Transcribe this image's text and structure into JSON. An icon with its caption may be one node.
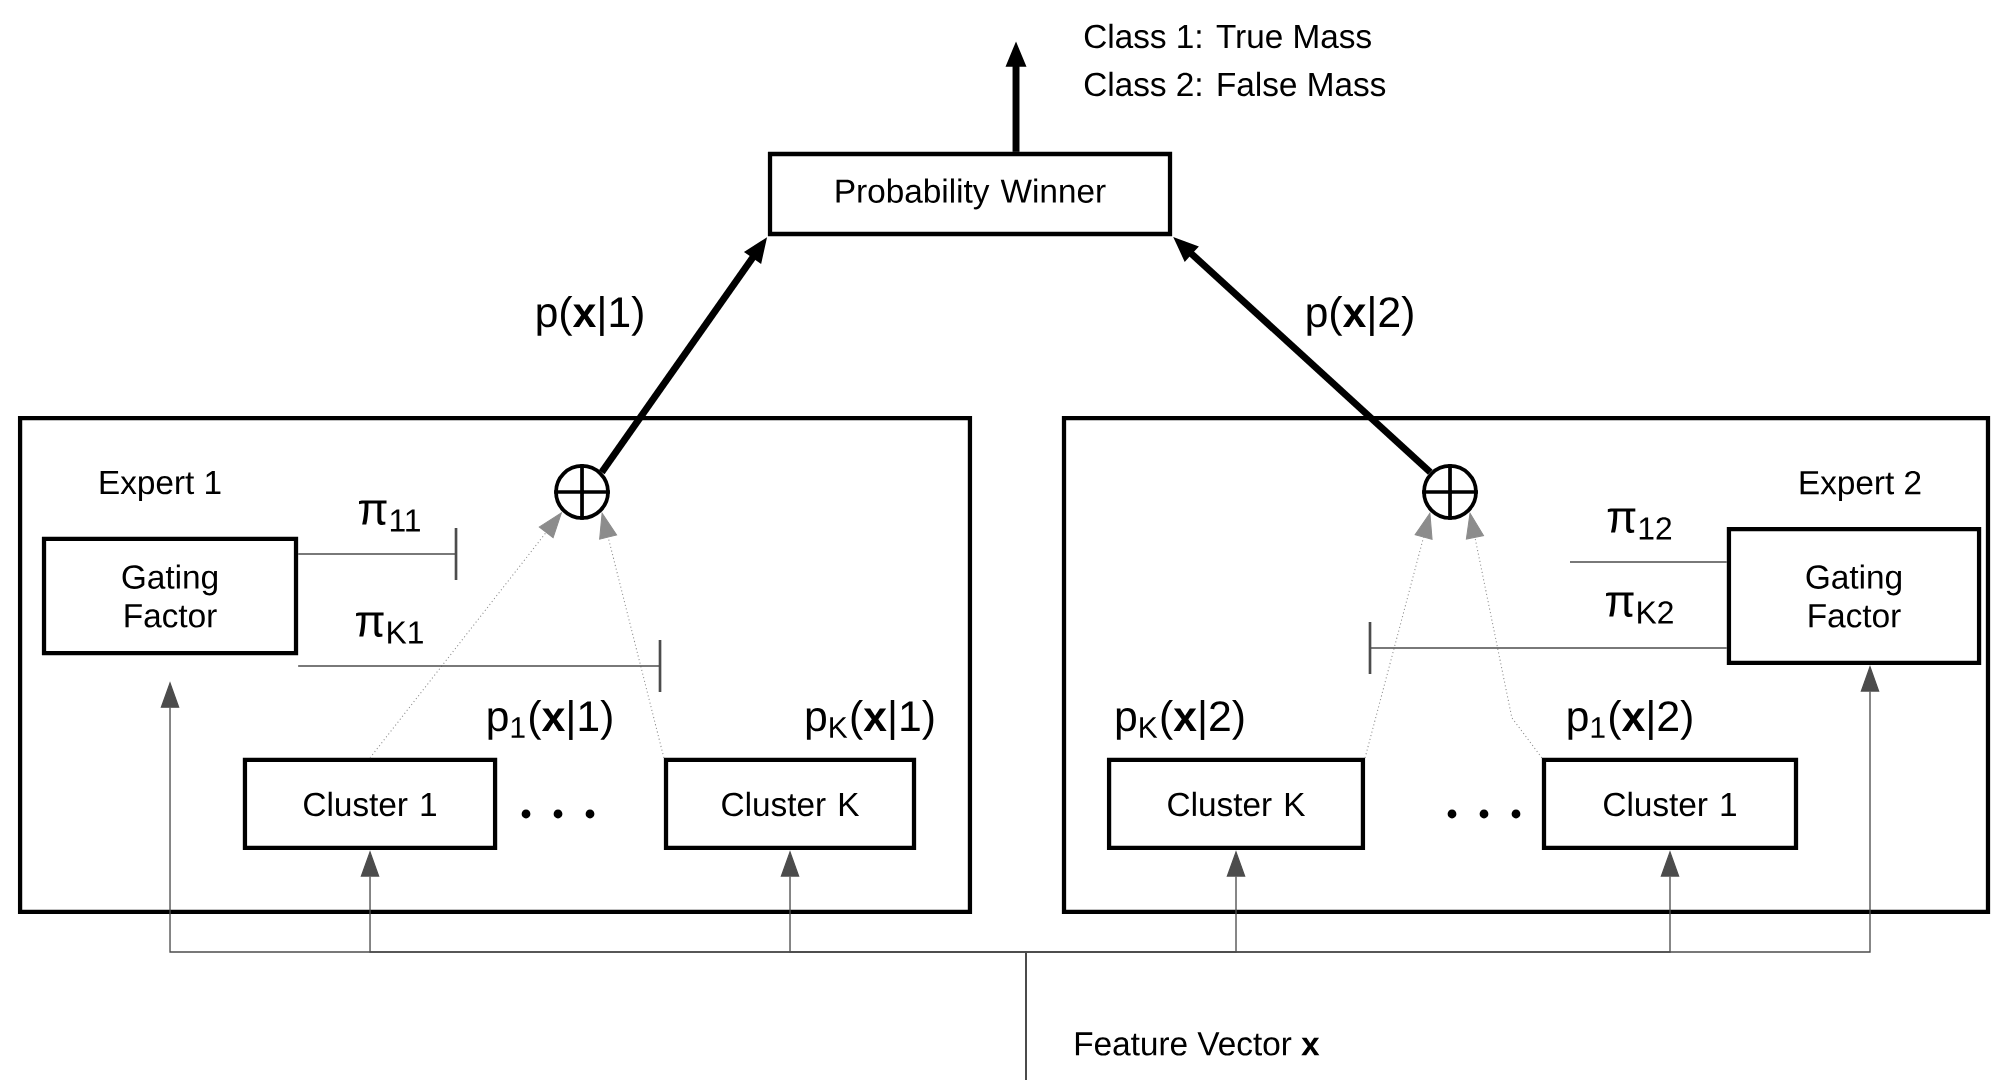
{
  "diagram": {
    "nodes": [
      {
        "text": [
          "Expert 1"
        ]
      },
      {
        "text": [
          "Gating Factor"
        ],
        "in": 0
      },
      {
        "text": [
          "Cluster 1"
        ],
        "in": 0
      },
      {
        "text": [
          "Cluster K"
        ],
        "in": 0
      },
      {
        "text": [],
        "shape": "circle",
        "in": 0
      },
      {
        "text": [
          "Expert 2"
        ]
      },
      {
        "text": [
          "Gating Factor"
        ],
        "in": 5
      },
      {
        "text": [
          "Cluster K"
        ],
        "in": 5
      },
      {
        "text": [
          "Cluster 1"
        ],
        "in": 5
      },
      {
        "text": [],
        "shape": "circle",
        "in": 5
      },
      {
        "text": [
          "Probability Winner"
        ]
      },
      {
        "text": [
          "Feature Vector **x**"
        ]
      }
    ],
    "edges": [
      {
        "from": 11,
        "to": 2,
        "arrow": "to"
      },
      {
        "from": 11,
        "to": 3,
        "arrow": "to"
      },
      {
        "from": 11,
        "to": 1,
        "arrow": "to"
      },
      {
        "from": 11,
        "to": 7,
        "arrow": "to"
      },
      {
        "from": 11,
        "to": 8,
        "arrow": "to"
      },
      {
        "from": 11,
        "to": 6,
        "arrow": "to"
      },
      {
        "from": 2,
        "to": 4,
        "arrow": "to",
        "style": "dashed",
        "label": "p$_{1}$(**x**|1)"
      },
      {
        "from": 3,
        "to": 4,
        "arrow": "to",
        "style": "dashed",
        "label": "p$_{K}$(**x**|1)"
      },
      {
        "from": 7,
        "to": 9,
        "arrow": "to",
        "style": "dashed",
        "label": "p$_{K}$(**x**|2)"
      },
      {
        "from": 8,
        "to": 9,
        "arrow": "to",
        "style": "dashed",
        "label": "p$_{1}$(**x**|2)"
      },
      {
        "from": 1,
        "to": null,
        "arrow": "none",
        "label": "π$_{11}$"
      },
      {
        "from": 1,
        "to": null,
        "arrow": "none",
        "label": "π$_{K1}$"
      },
      {
        "from": 6,
        "to": null,
        "arrow": "none",
        "label": "π$_{12}$"
      },
      {
        "from": 6,
        "to": null,
        "arrow": "none",
        "label": "π$_{K2}$"
      },
      {
        "from": 4,
        "to": 10,
        "arrow": "to",
        "style": "thick",
        "label": "p(**x**|1)"
      },
      {
        "from": 9,
        "to": 10,
        "arrow": "to",
        "style": "thick",
        "label": "p(**x**|2)"
      },
      {
        "from": 10,
        "to": null,
        "arrow": "to",
        "style": "thick"
      }
    ],
    "labels": [
      "Class 1: True Mass",
      "Class 2: False Mass"
    ]
  }
}
